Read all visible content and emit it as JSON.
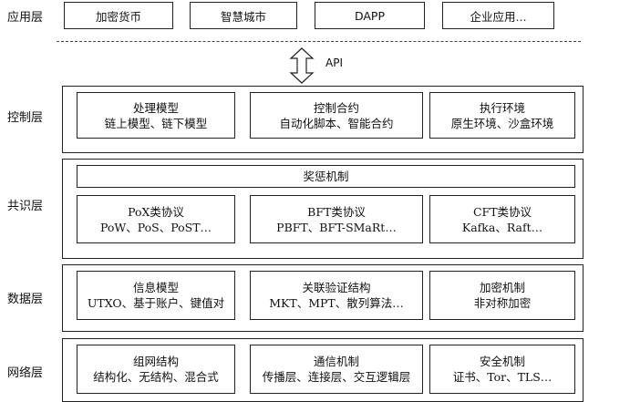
{
  "application_layer": {
    "label": "应用层",
    "items": [
      "加密货币",
      "智慧城市",
      "DAPP",
      "企业应用..."
    ]
  },
  "api": {
    "label": "API"
  },
  "control_layer": {
    "label": "控制层",
    "cells": [
      {
        "title": "处理模型",
        "detail": "链上模型、链下模型"
      },
      {
        "title": "控制合约",
        "detail": "自动化脚本、智能合约"
      },
      {
        "title": "执行环境",
        "detail": "原生环境、沙盒环境"
      }
    ]
  },
  "consensus_layer": {
    "label": "共识层",
    "incentive": "奖惩机制",
    "cells": [
      {
        "title": "PoX类协议",
        "detail": "PoW、PoS、PoST…"
      },
      {
        "title": "BFT类协议",
        "detail": "PBFT、BFT-SMaRt…"
      },
      {
        "title": "CFT类协议",
        "detail": "Kafka、Raft…"
      }
    ]
  },
  "data_layer": {
    "label": "数据层",
    "cells": [
      {
        "title": "信息模型",
        "detail": "UTXO、基于账户、键值对"
      },
      {
        "title": "关联验证结构",
        "detail": "MKT、MPT、散列算法…"
      },
      {
        "title": "加密机制",
        "detail": "非对称加密"
      }
    ]
  },
  "network_layer": {
    "label": "网络层",
    "cells": [
      {
        "title": "组网结构",
        "detail": "结构化、无结构、混合式"
      },
      {
        "title": "通信机制",
        "detail": "传播层、连接层、交互逻辑层"
      },
      {
        "title": "安全机制",
        "detail": "证书、Tor、TLS…"
      }
    ]
  }
}
